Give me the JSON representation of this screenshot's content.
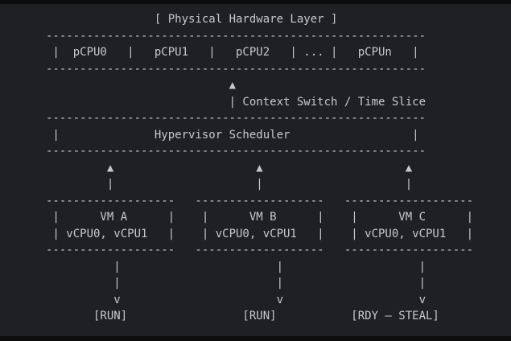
{
  "colors": {
    "page_border": "#0d0d0d",
    "terminal_bg": "#1f2023",
    "text": "#c6c9cc"
  },
  "diagram": {
    "lines": [
      "                [ Physical Hardware Layer ]",
      "--------------------------------------------------------",
      " |  pCPU0   |   pCPU1   |   pCPU2   | ... |   pCPUn   |",
      "--------------------------------------------------------",
      "                           ▲",
      "                           | Context Switch / Time Slice",
      "--------------------------------------------------------",
      " |              Hypervisor Scheduler                  |",
      "--------------------------------------------------------",
      "         ▲                     ▲                     ▲",
      "         |                     |                     |",
      "-------------------   -------------------   -------------------",
      " |      VM A      |    |      VM B      |    |      VM C      |",
      " | vCPU0, vCPU1   |    | vCPU0, vCPU1   |    | vCPU0, vCPU1   |",
      "-------------------   -------------------   -------------------",
      "          |                       |                    |",
      "          |                       |                    |",
      "          v                       v                    v",
      "       [RUN]                 [RUN]           [RDY – STEAL]"
    ],
    "semantics": {
      "title": "[ Physical Hardware Layer ]",
      "pcpu_labels": [
        "pCPU0",
        "pCPU1",
        "pCPU2",
        "...",
        "pCPUn"
      ],
      "arrow_label": "Context Switch / Time Slice",
      "scheduler_label": "Hypervisor Scheduler",
      "vms": [
        {
          "name": "VM A",
          "vcpus": "vCPU0, vCPU1",
          "state": "[RUN]"
        },
        {
          "name": "VM B",
          "vcpus": "vCPU0, vCPU1",
          "state": "[RUN]"
        },
        {
          "name": "VM C",
          "vcpus": "vCPU0, vCPU1",
          "state": "[RDY – STEAL]"
        }
      ]
    }
  }
}
